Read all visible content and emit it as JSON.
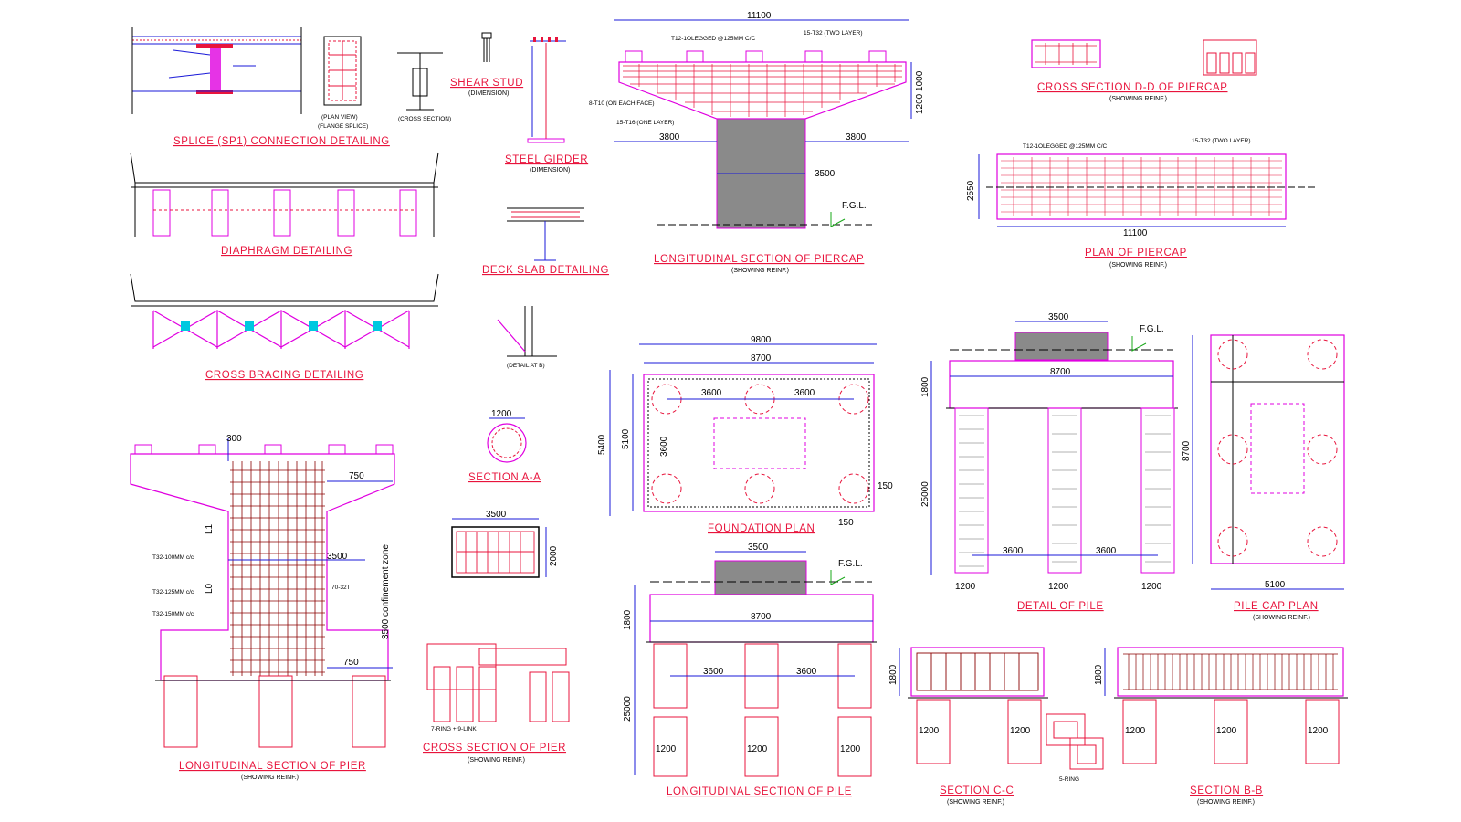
{
  "titles": {
    "splice": "SPLICE (SP1) CONNECTION DETAILING",
    "shear_stud": "SHEAR STUD",
    "shear_stud_sub": "(DIMENSION)",
    "steel_girder": "STEEL GIRDER",
    "steel_girder_sub": "(DIMENSION)",
    "diaphragm": "DIAPHRAGM DETAILING",
    "deck_slab": "DECK SLAB DETAILING",
    "cross_bracing": "CROSS BRACING DETAILING",
    "detail_at_b": "(DETAIL AT B)",
    "long_piercap": "LONGITUDINAL SECTION OF PIERCAP",
    "cross_dd": "CROSS SECTION D-D OF PIERCAP",
    "plan_piercap": "PLAN OF PIERCAP",
    "section_aa": "SECTION A-A",
    "foundation_plan": "FOUNDATION PLAN",
    "detail_pile": "DETAIL OF PILE",
    "pile_cap_plan": "PILE CAP PLAN",
    "long_pier": "LONGITUDINAL SECTION OF PIER",
    "cross_pier": "CROSS SECTION OF PIER",
    "long_pile": "LONGITUDINAL SECTION OF PILE",
    "section_cc": "SECTION C-C",
    "section_bb": "SECTION B-B",
    "showing_reinf": "(SHOWING REINF.)",
    "plan_view": "(PLAN VIEW)",
    "flange_splice": "(FLANGE SPLICE)",
    "cross_section": "(CROSS SECTION)"
  },
  "dims": {
    "d11100": "11100",
    "d3800": "3800",
    "d3500": "3500",
    "d1200": "1200",
    "d1000": "1000",
    "d2550": "2550",
    "d9800": "9800",
    "d8700": "8700",
    "d3600": "3600",
    "d5400": "5400",
    "d5100": "5100",
    "d150": "150",
    "d1800": "1800",
    "d25000": "25000",
    "d300": "300",
    "d750": "750",
    "d2000": "2000",
    "confinement": "3500 confinement zone"
  },
  "labels": {
    "fgl": "F.G.L.",
    "t12_legged": "T12-1OLEGGED @125MM C/C",
    "t32_two_layer": "15-T32 (TWO LAYER)",
    "t10_each_face": "8-T10 (ON EACH FACE)",
    "t16_one_layer": "15-T16 (ONE LAYER)",
    "t32_100": "T32-100MM c/c",
    "t32_125": "T32-125MM c/c",
    "t32_150": "T32-150MM c/c",
    "bars_70": "70-32T",
    "ring_link": "7-RING + 9-LINK",
    "ring5": "5-RING",
    "l1": "L1",
    "l0": "L0"
  }
}
